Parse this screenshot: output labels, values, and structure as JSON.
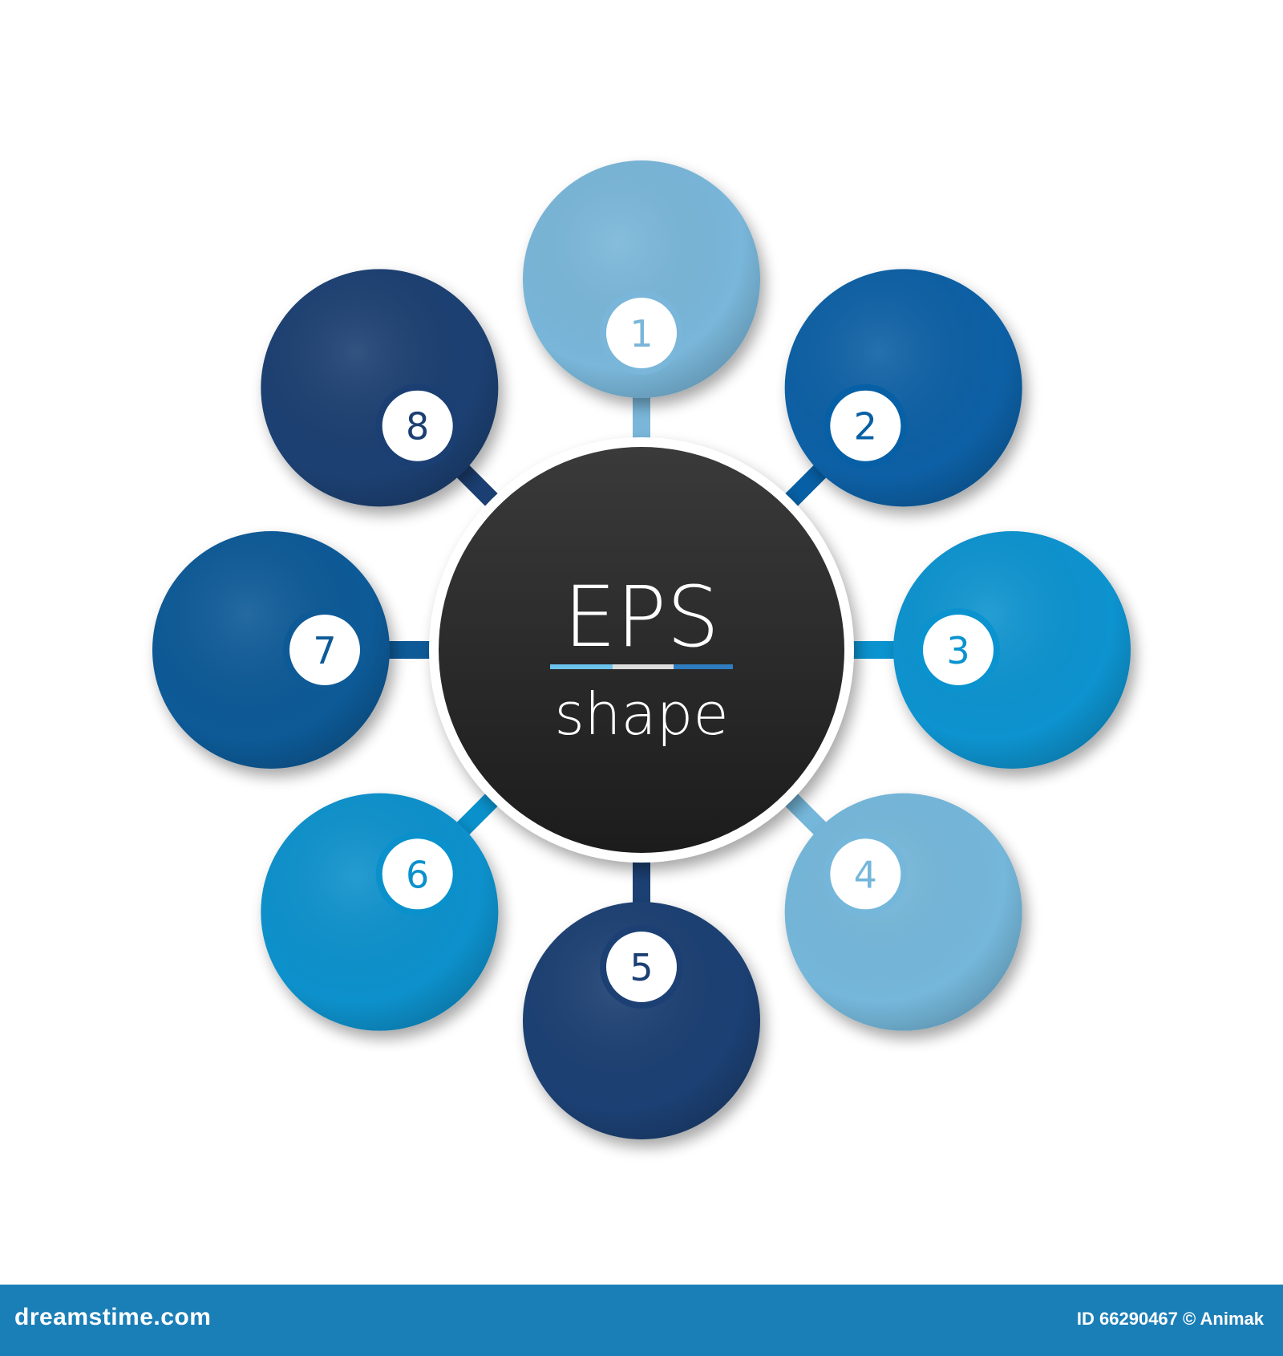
{
  "center": {
    "title": "EPS",
    "subtitle": "shape",
    "fill": "#262626"
  },
  "nodes": [
    {
      "number": "1",
      "color": "#79b6d9",
      "angle": 0
    },
    {
      "number": "2",
      "color": "#0760a5",
      "angle": 45
    },
    {
      "number": "3",
      "color": "#0a93cf",
      "angle": 90
    },
    {
      "number": "4",
      "color": "#75b7da",
      "angle": 135
    },
    {
      "number": "5",
      "color": "#1c4073",
      "angle": 180
    },
    {
      "number": "6",
      "color": "#0a91cc",
      "angle": 225
    },
    {
      "number": "7",
      "color": "#0d5a97",
      "angle": 270
    },
    {
      "number": "8",
      "color": "#1b3f72",
      "angle": 315
    }
  ],
  "underline_colors": [
    "#6cc3ee",
    "#dddddd",
    "#2e7dc0"
  ],
  "footer": {
    "brand": "dreamstime.com",
    "credit": "ID 66290467 © Animak",
    "background": "#1b7fb7"
  }
}
